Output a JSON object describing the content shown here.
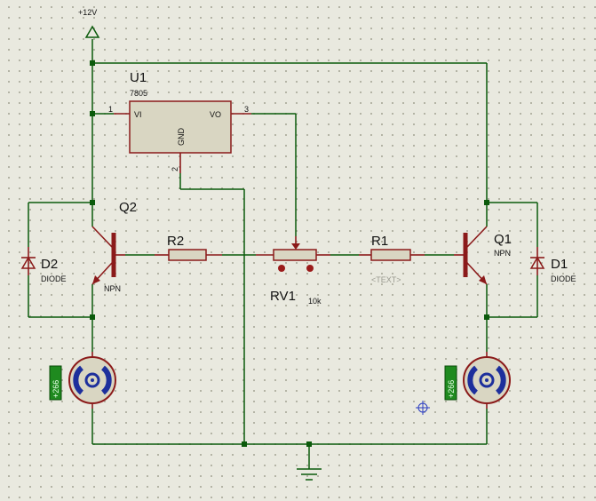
{
  "power": {
    "label": "+12V"
  },
  "regulator": {
    "ref": "U1",
    "value": "7805",
    "pin_vi": "VI",
    "pin_vo": "VO",
    "pin_gnd": "GND",
    "pin1": "1",
    "pin2": "2",
    "pin3": "3"
  },
  "q2": {
    "ref": "Q2",
    "type": "NPN"
  },
  "q1": {
    "ref": "Q1",
    "type": "NPN"
  },
  "d2": {
    "ref": "D2",
    "value": "DIODE"
  },
  "d1": {
    "ref": "D1",
    "value": "DIODE"
  },
  "r2": {
    "ref": "R2"
  },
  "r1": {
    "ref": "R1",
    "value": "<TEXT>"
  },
  "rv1": {
    "ref": "RV1",
    "value": "10k"
  },
  "motor_left": {
    "readout": "+266"
  },
  "motor_right": {
    "readout": "+266"
  },
  "colors": {
    "wire": "#0b5a0b",
    "component": "#8b1a1a",
    "body": "#d9d6c2",
    "motor_blue": "#1d2f9c",
    "readout_bg": "#1f8a1f"
  }
}
